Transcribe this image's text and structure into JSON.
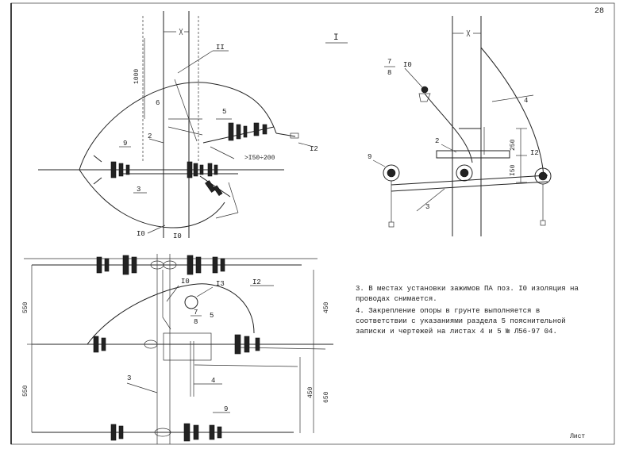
{
  "sheet": {
    "number": "28",
    "stamp_fragment": "Лист"
  },
  "view_title": "I",
  "labels": {
    "top_left": {
      "section": "II",
      "dim_1000": "1000",
      "n2": "2",
      "n3": "3",
      "n5": "5",
      "n6": "6",
      "n9": "9",
      "n10a": "I0",
      "n10b": "I0",
      "n12": "I2",
      "angle": ">I50÷200"
    },
    "top_right": {
      "n7": "7",
      "n8": "8",
      "n10": "I0",
      "n4": "4",
      "n2": "2",
      "n3": "3",
      "n9": "9",
      "n12": "I2",
      "dim_250": "250",
      "dim_150": "I50"
    },
    "bottom_left": {
      "n10": "I0",
      "n13": "I3",
      "n7": "7",
      "n8": "8",
      "n5": "5",
      "n12": "I2",
      "n3": "3",
      "n4": "4",
      "n9": "9",
      "dim_550a": "550",
      "dim_550b": "550",
      "dim_450a": "450",
      "dim_450b": "450",
      "dim_650": "650"
    }
  },
  "notes": [
    "3. В местах установки зажимов ПА поз. I0 изоляция на проводах снимается.",
    "4. Закрепление опоры в грунте выполняется в соответствии с указаниями раздела 5 пояснительной записки и чертежей на листах 4 и 5 № Л56-97 04."
  ]
}
